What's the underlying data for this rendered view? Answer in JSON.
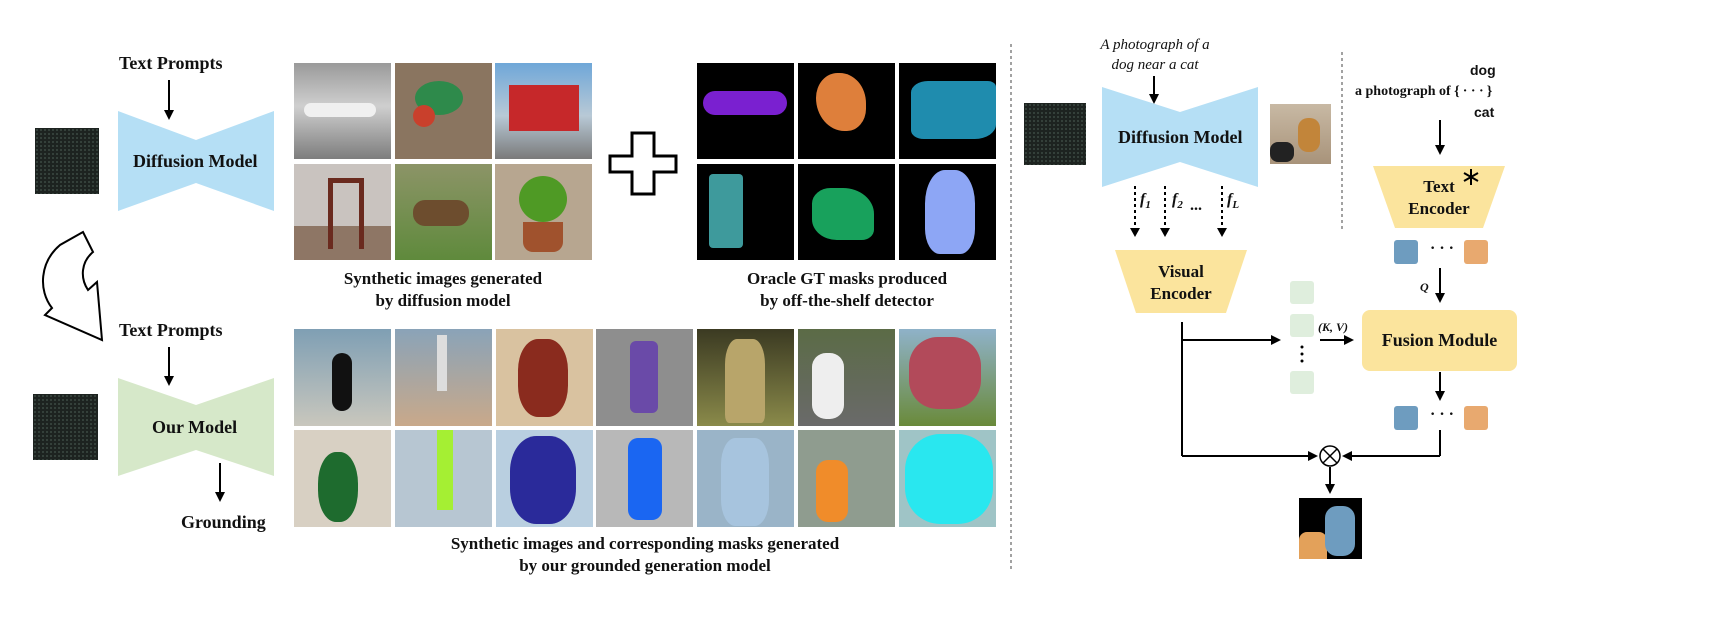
{
  "left_panel": {
    "top_prompt": "Text Prompts",
    "top_model": "Diffusion Model",
    "bottom_prompt": "Text Prompts",
    "bottom_model": "Our Model",
    "grounding": "Grounding",
    "caption_synthetic": [
      "Synthetic images generated",
      "by diffusion model"
    ],
    "caption_oracle": [
      "Oracle GT masks produced",
      "by off-the-shelf detector"
    ],
    "caption_grounded": [
      "Synthetic images and corresponding masks generated",
      "by our grounded generation model"
    ]
  },
  "right_panel": {
    "prompt_line1": "A photograph of a",
    "prompt_line2": "dog near a cat",
    "diffusion_model": "Diffusion Model",
    "feature_labels": [
      "f",
      "f",
      "f"
    ],
    "feature_subscripts": [
      "1",
      "2",
      "L"
    ],
    "ellipsis": "...",
    "visual_encoder": [
      "Visual",
      "Encoder"
    ],
    "text_words_top": "dog",
    "text_template": "a photograph of {",
    "text_dots": "· · ·",
    "text_brace_close": "}",
    "text_words_bottom": "cat",
    "text_encoder": [
      "Text",
      "Encoder"
    ],
    "q_label": "Q",
    "kv_label": "(K, V)",
    "fusion_module": "Fusion Module",
    "token_dots": "· · ·"
  },
  "colors": {
    "diffusion_blue": "#b5dff5",
    "our_model_green": "#d6e8c9",
    "encoder_yellow": "#fbe49d",
    "token_blue": "#6e9cbf",
    "token_orange": "#e8a96f",
    "token_green": "#dfeedd"
  }
}
